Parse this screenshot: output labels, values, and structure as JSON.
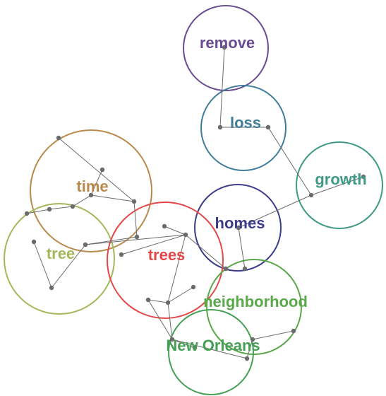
{
  "clusters": [
    {
      "id": "remove",
      "label": "remove",
      "color": "#6a4c93"
    },
    {
      "id": "loss",
      "label": "loss",
      "color": "#3f7d9a"
    },
    {
      "id": "growth",
      "label": "growth",
      "color": "#3f9a84"
    },
    {
      "id": "time",
      "label": "time",
      "color": "#b98a4c"
    },
    {
      "id": "homes",
      "label": "homes",
      "color": "#3c3d8a"
    },
    {
      "id": "tree",
      "label": "tree",
      "color": "#a3b85a"
    },
    {
      "id": "trees",
      "label": "trees",
      "color": "#e4474a"
    },
    {
      "id": "neighborhood",
      "label": "neighborhood",
      "color": "#5aa84a"
    },
    {
      "id": "new_orleans",
      "label": "New Orleans",
      "color": "#45a055"
    }
  ]
}
